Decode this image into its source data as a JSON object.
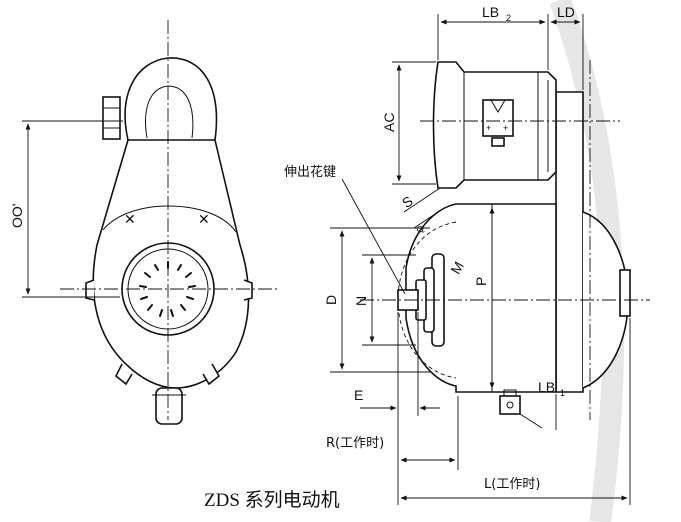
{
  "caption": "ZDS 系列电动机",
  "labels": {
    "oo": "OO'",
    "lb2": "LB",
    "lb2_sub": "2",
    "ld": "LD",
    "ac": "AC",
    "spline": "伸出花键",
    "s": "S",
    "q": "Q",
    "m": "M",
    "p": "P",
    "d": "D",
    "n": "N",
    "e": "E",
    "lb1": "LB",
    "lb1_sub": "1",
    "r": "R(工作时)",
    "l": "L(工作时)"
  }
}
